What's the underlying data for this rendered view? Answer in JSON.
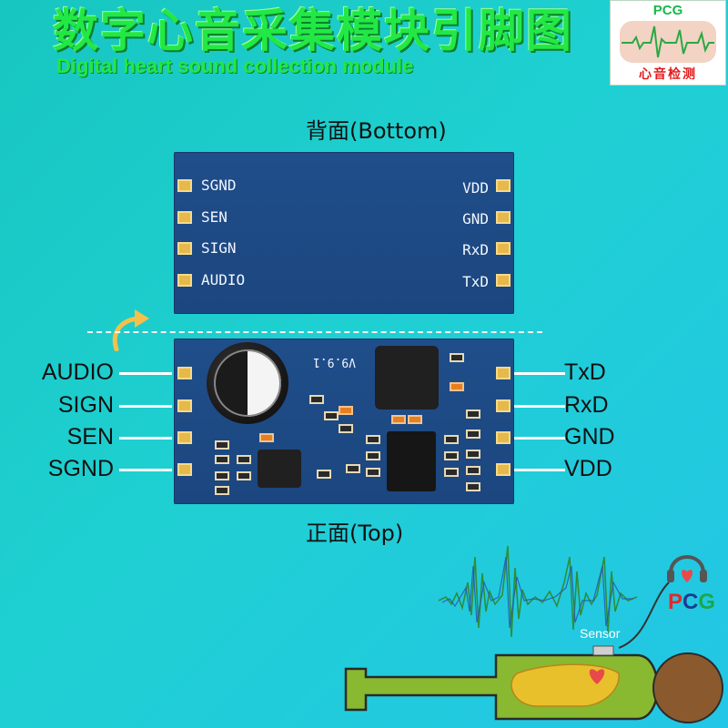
{
  "title": {
    "cn": "数字心音采集模块引脚图",
    "en": "Digital heart sound collection module"
  },
  "logo": {
    "top_text": "PCG",
    "bottom_text": "心音检测"
  },
  "sections": {
    "bottom_label": "背面(Bottom)",
    "top_label": "正面(Top)"
  },
  "board_bottom": {
    "left_pins": [
      "SGND",
      "SEN",
      "SIGN",
      "AUDIO"
    ],
    "right_pins": [
      "VDD",
      "GND",
      "RxD",
      "TxD"
    ]
  },
  "board_top": {
    "version": "V9.9.1"
  },
  "pin_labels": {
    "left": [
      "AUDIO",
      "SIGN",
      "SEN",
      "SGND"
    ],
    "right": [
      "TxD",
      "RxD",
      "GND",
      "VDD"
    ]
  },
  "illustration": {
    "sensor_label": "Sensor",
    "pcg_letters": [
      "P",
      "C",
      "G"
    ]
  },
  "colors": {
    "title_green": "#22e845",
    "board_blue": "#1f4e8a",
    "pad_gold": "#e7b84a"
  }
}
